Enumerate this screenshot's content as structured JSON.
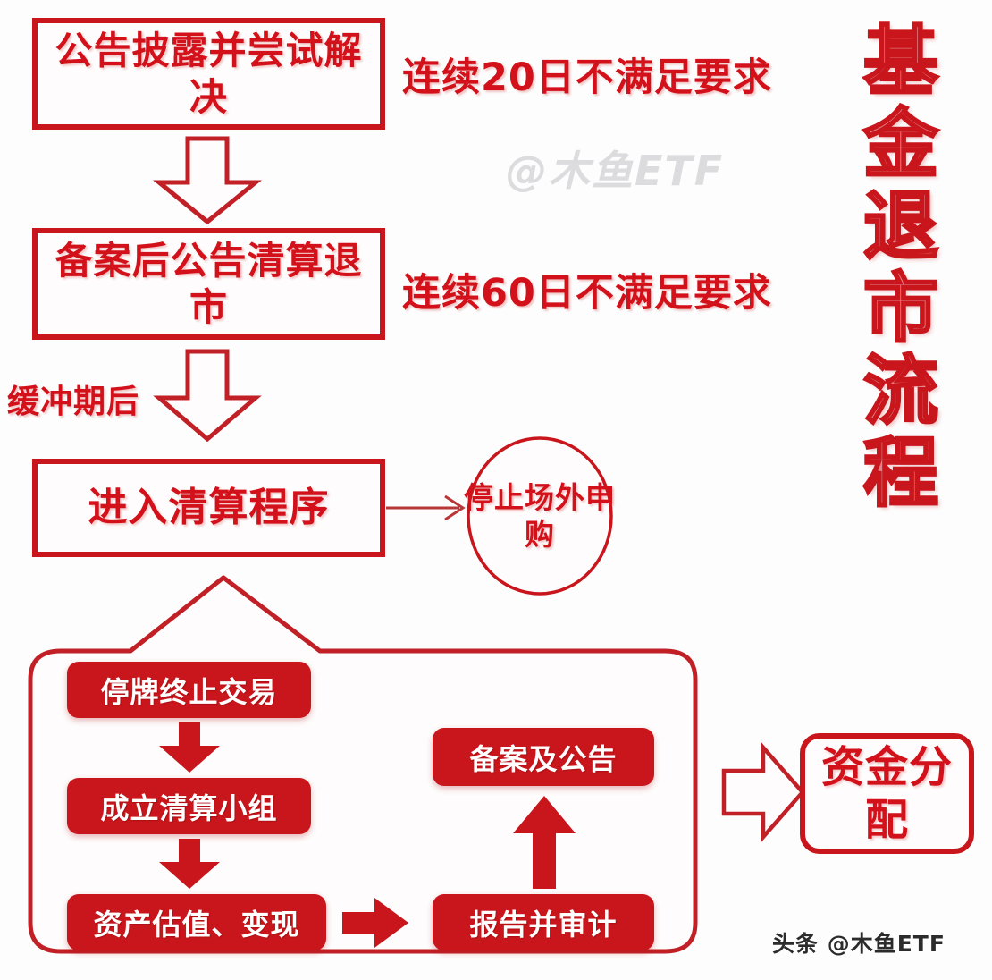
{
  "meta": {
    "title": "基金退市流程",
    "colors": {
      "outline_red": "#c8161c",
      "text_red": "#d3111a",
      "solid_red": "#c8161c",
      "title_fill": "#e08489",
      "watermark_gray": "#dcdcde",
      "background": "#fdfdfd"
    }
  },
  "vertical_title": "基金退市流程",
  "main_flow": {
    "steps": [
      {
        "id": "step-1",
        "label": "公告披露并尝试解决"
      },
      {
        "id": "step-2",
        "label": "备案后公告清算退市"
      },
      {
        "id": "step-3",
        "label": "进入清算程序"
      }
    ],
    "conditions": [
      {
        "id": "condition-20-day",
        "label": "连续20日不满足要求"
      },
      {
        "id": "condition-60-day",
        "label": "连续60日不满足要求"
      }
    ],
    "buffer_note": "缓冲期后",
    "side_note": "停止场外申购"
  },
  "liquidation_group": {
    "left_column": [
      {
        "id": "node-suspend-trading",
        "label": "停牌终止交易"
      },
      {
        "id": "node-form-team",
        "label": "成立清算小组"
      },
      {
        "id": "node-valuation",
        "label": "资产估值、变现"
      }
    ],
    "right_column": [
      {
        "id": "node-report-audit",
        "label": "报告并审计"
      },
      {
        "id": "node-file-announce",
        "label": "备案及公告"
      }
    ]
  },
  "final_step": {
    "id": "node-fund-distribution",
    "label": "资金分配"
  },
  "watermarks": [
    {
      "id": "watermark-top",
      "text": "@木鱼ETF"
    },
    {
      "id": "watermark-bottom",
      "text": "@木鱼ETF"
    }
  ],
  "credit": "头条 @木鱼ETF"
}
